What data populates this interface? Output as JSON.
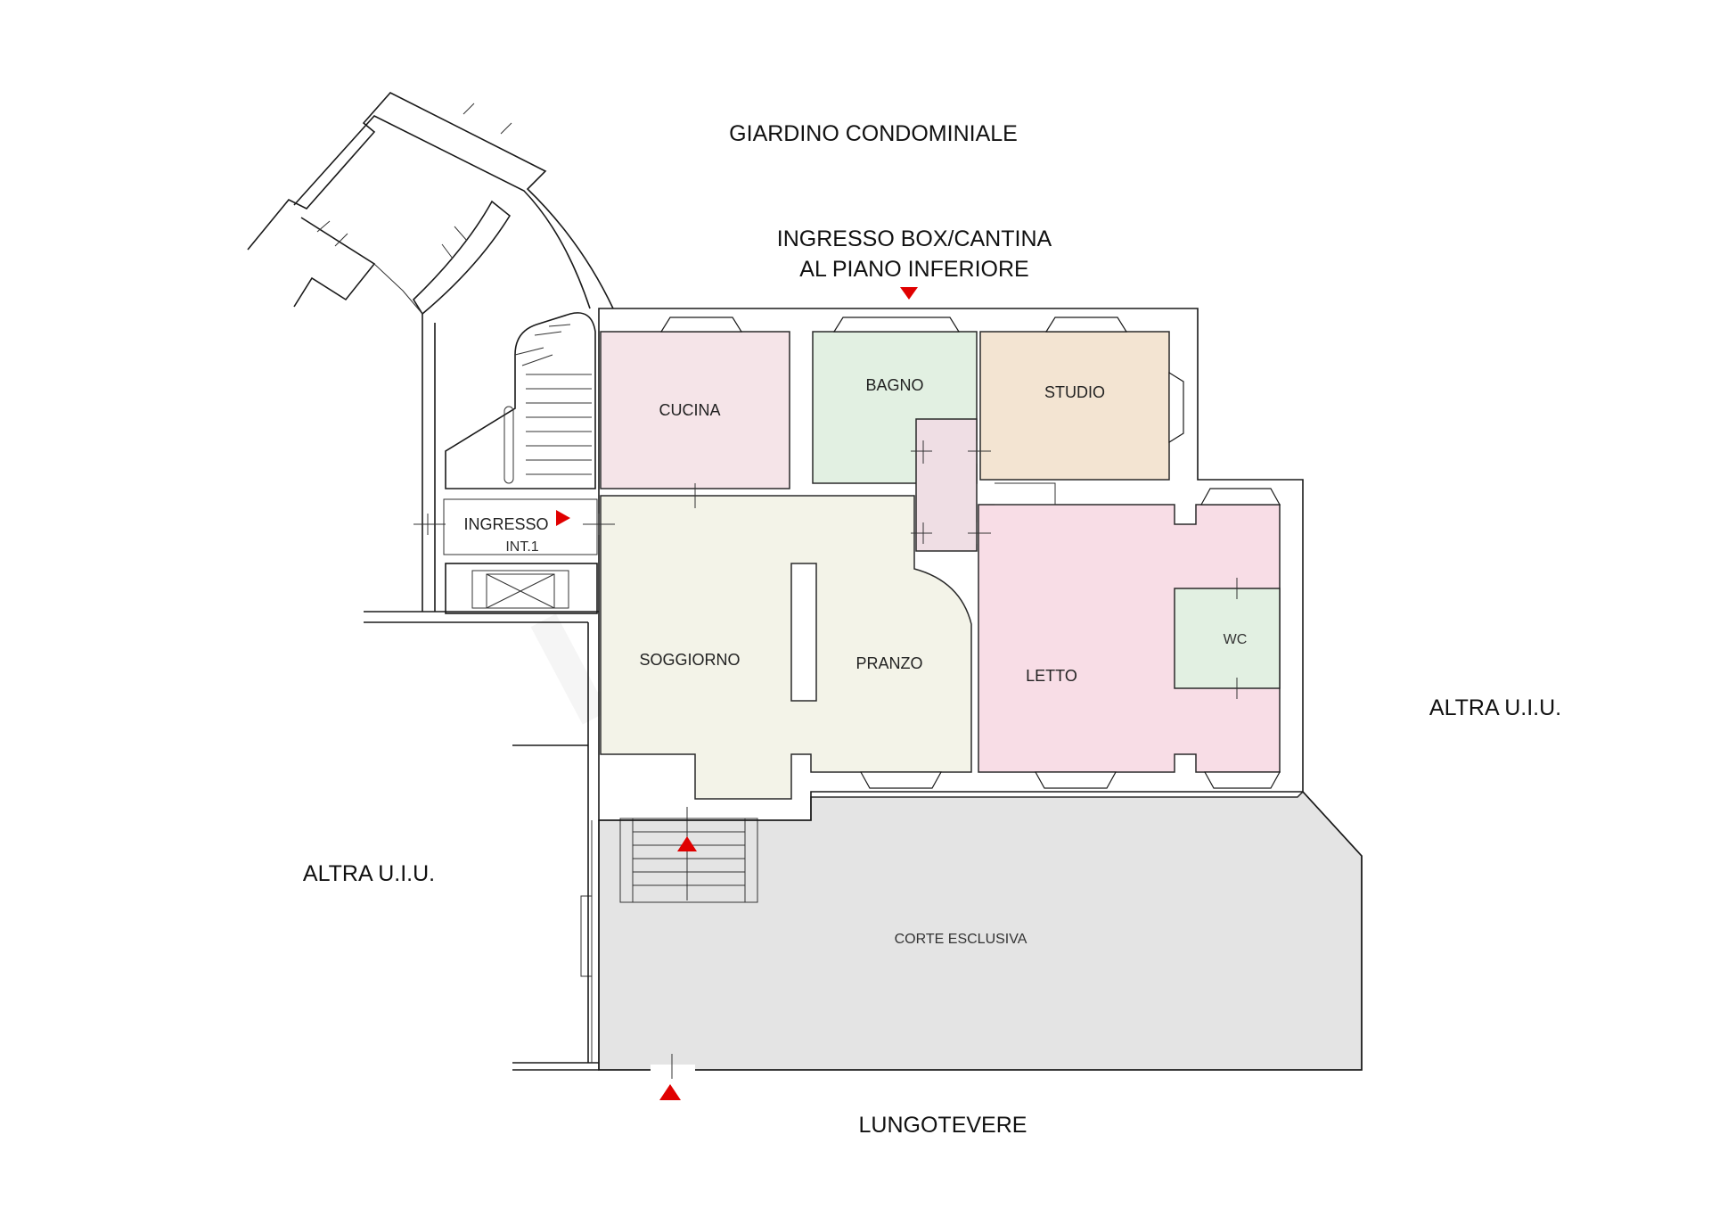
{
  "context": {
    "giardino": "GIARDINO CONDOMINIALE",
    "ingresso_box_1": "INGRESSO BOX/CANTINA",
    "ingresso_box_2": "AL PIANO INFERIORE",
    "altra_uiu_right": "ALTRA U.I.U.",
    "altra_uiu_left": "ALTRA U.I.U.",
    "lungotevere": "LUNGOTEVERE"
  },
  "rooms": {
    "cucina": "CUCINA",
    "bagno": "BAGNO",
    "studio": "STUDIO",
    "ingresso_1": "INGRESSO",
    "ingresso_2": "INT.1",
    "soggiorno": "SOGGIORNO",
    "pranzo": "PRANZO",
    "letto": "LETTO",
    "wc": "WC",
    "corte": "CORTE ESCLUSIVA"
  },
  "colors": {
    "cucina": "#f5e4e8",
    "bagno": "#e2f0e2",
    "studio": "#f3e4d2",
    "soggiorno": "#f3f3e8",
    "letto": "#f8dde6",
    "corridor": "#efdee4",
    "wc": "#e2f0e2",
    "corte": "#e4e4e4",
    "arrow": "#e00000"
  }
}
